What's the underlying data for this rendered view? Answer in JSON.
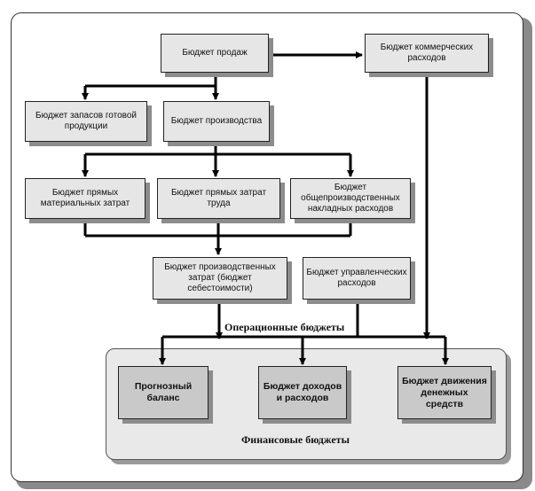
{
  "boxes": {
    "sales": "Бюджет продаж",
    "commercial": "Бюджет коммерческих расходов",
    "inventory": "Бюджет запасов готовой продукции",
    "production": "Бюджет производства",
    "direct_materials": "Бюджет прямых материальных затрат",
    "direct_labor": "Бюджет прямых затрат труда",
    "overhead": "Бюджет общепроизводственных накладных расходов",
    "production_costs": "Бюджет производственных затрат (бюджет себестоимости)",
    "admin": "Бюджет управленческих расходов",
    "forecast_balance": "Прогнозный баланс",
    "income_expense": "Бюджет доходов и расходов",
    "cash_flow": "Бюджет движения денежных средств"
  },
  "captions": {
    "operational": "Операционные бюджеты",
    "financial": "Финансовые бюджеты"
  },
  "colors": {
    "box_fill": "#e6e6e6",
    "financial_box_fill": "#c9c9c9",
    "financial_panel_fill": "#e9e9e9",
    "shadow": "#8c8c8c",
    "line": "#000000"
  }
}
